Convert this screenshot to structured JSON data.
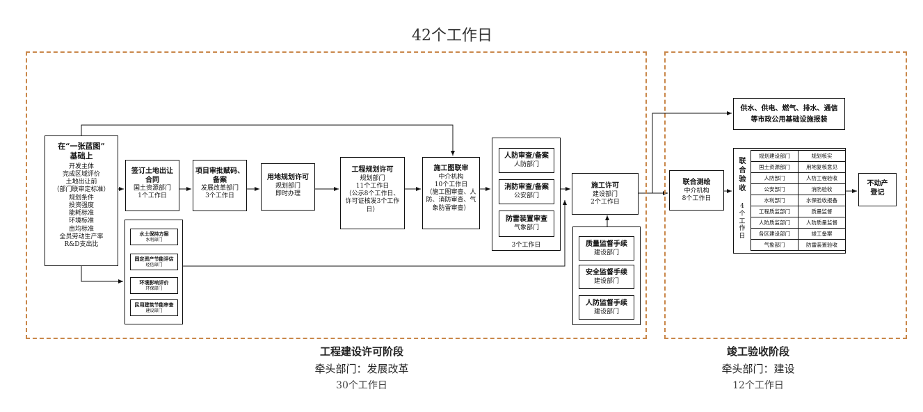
{
  "total_title": "42个工作日",
  "construction_stage": {
    "title": "工程建设许可阶段",
    "lead": "牵头部门：发展改革",
    "days": "30个工作日"
  },
  "completion_stage": {
    "title": "竣工验收阶段",
    "lead": "牵头部门：建设",
    "days": "12个工作日"
  },
  "blueprint": {
    "title": "在“一张蓝图”",
    "title2": "基础上",
    "lines": [
      "开发主体",
      "完成区域评价",
      "土地出让前",
      "（部门联审定标准）",
      "规划条件",
      "投资强度",
      "能耗标准",
      "环境标准",
      "亩均标准",
      "全员劳动生产率",
      "R&D支出比"
    ]
  },
  "land_contract": {
    "title": "签订土地出让",
    "title2": "合同",
    "dept": "国土资源部门",
    "days": "1个工作日"
  },
  "project_approval": {
    "title": "项目审批赋码、",
    "title2": "备案",
    "dept": "发展改革部门",
    "days": "3个工作日"
  },
  "land_planning": {
    "title": "用地规划许可",
    "dept": "规划部门",
    "days": "即时办理"
  },
  "eng_planning": {
    "title": "工程规划许可",
    "dept": "规划部门",
    "days": "11个工作日",
    "note": "（公示8个工作日、许可证核发3个工作日）"
  },
  "drawing_review": {
    "title": "施工图联审",
    "dept": "中介机构",
    "days": "10个工作日",
    "note": "（施工图审查、人防、消防审查、气象防雷审查）"
  },
  "reviews": {
    "items": [
      {
        "title": "人防审查/备案",
        "dept": "人防部门"
      },
      {
        "title": "消防审查/备案",
        "dept": "公安部门"
      },
      {
        "title": "防雷装置审查",
        "dept": "气象部门"
      }
    ],
    "days": "3个工作日"
  },
  "side_items": [
    {
      "title": "水土保持方案",
      "dept": "水利部门"
    },
    {
      "title": "固定资产节能评估",
      "dept": "经信部门"
    },
    {
      "title": "环境影响评价",
      "dept": "环保部门"
    },
    {
      "title": "民用建筑节能审查",
      "dept": "建设部门"
    }
  ],
  "construction_permit": {
    "title": "施工许可",
    "dept": "建设部门",
    "days": "2个工作日"
  },
  "supervision": [
    {
      "title": "质量监督手续",
      "dept": "建设部门"
    },
    {
      "title": "安全监督手续",
      "dept": "建设部门"
    },
    {
      "title": "人防监督手续",
      "dept": "建设部门"
    }
  ],
  "utilities": {
    "line1": "供水、供电、燃气、排水、通信",
    "line2": "等市政公用基础设施报装"
  },
  "joint_survey": {
    "title": "联合测绘",
    "dept": "中介机构",
    "days": "8个工作日"
  },
  "joint_acceptance": {
    "title": "联合验收",
    "days": "4个工作日",
    "rows": [
      [
        "规划建设部门",
        "规划核实"
      ],
      [
        "国土资源部门",
        "用地复核意见"
      ],
      [
        "人防部门",
        "人防工程验收"
      ],
      [
        "公安部门",
        "消防验收"
      ],
      [
        "水利部门",
        "水保验收报备"
      ],
      [
        "工程质监部门",
        "质量监督"
      ],
      [
        "人防质监部门",
        "人防质量监督"
      ],
      [
        "各区建设部门",
        "竣工备案"
      ],
      [
        "气象部门",
        "防雷装置验收"
      ]
    ]
  },
  "property_reg": {
    "title": "不动产",
    "title2": "登记"
  },
  "colors": {
    "dashed_border": "#c9874a",
    "line": "#111111"
  }
}
